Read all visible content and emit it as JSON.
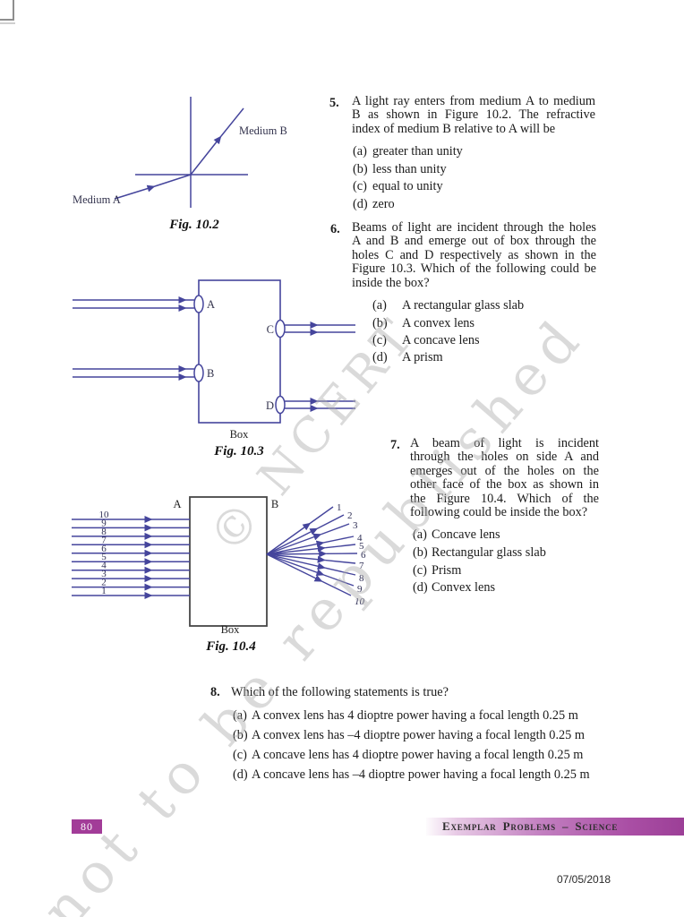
{
  "watermark": {
    "line1": "© NCERT",
    "line2": "not to be republished"
  },
  "questions": {
    "q5": {
      "number": "5.",
      "lines": [
        "A light ray enters from medium A to medium",
        "B as shown in Figure 10.2. The refractive",
        "index of medium B relative to A will be"
      ],
      "options": [
        {
          "label": "(a)",
          "text": "greater than unity"
        },
        {
          "label": "(b)",
          "text": "less than unity"
        },
        {
          "label": "(c)",
          "text": "equal to unity"
        },
        {
          "label": "(d)",
          "text": "zero"
        }
      ]
    },
    "q6": {
      "number": "6.",
      "lines": [
        "Beams of light are incident through the holes",
        "A and B and emerge out of box through the",
        "holes C and D respectively as shown in the",
        "Figure 10.3. Which of the following could be",
        "inside the box?"
      ],
      "options": [
        {
          "label": "(a)",
          "text": "A rectangular glass slab"
        },
        {
          "label": "(b)",
          "text": "A convex lens"
        },
        {
          "label": "(c)",
          "text": "A concave lens"
        },
        {
          "label": "(d)",
          "text": "A prism"
        }
      ]
    },
    "q7": {
      "number": "7.",
      "lines": [
        "A beam of light is incident",
        "through the holes on side A and",
        "emerges out of the holes on the",
        "other face of the box as shown in",
        "the Figure 10.4. Which of the",
        "following could be inside the box?"
      ],
      "options": [
        {
          "label": "(a)",
          "text": "Concave lens"
        },
        {
          "label": "(b)",
          "text": "Rectangular glass slab"
        },
        {
          "label": "(c)",
          "text": "Prism"
        },
        {
          "label": "(d)",
          "text": "Convex lens"
        }
      ]
    },
    "q8": {
      "number": "8.",
      "title": "Which of the following statements is true?",
      "options": [
        {
          "label": "(a)",
          "text": "A convex lens has 4 dioptre power having a focal length 0.25 m"
        },
        {
          "label": "(b)",
          "text": "A convex lens has –4 dioptre power having a focal length 0.25 m"
        },
        {
          "label": "(c)",
          "text": "A concave lens has 4 dioptre power having a focal length 0.25 m"
        },
        {
          "label": "(d)",
          "text": "A concave lens has –4 dioptre power having a focal length 0.25 m"
        }
      ]
    }
  },
  "figures": {
    "fig102": {
      "caption": "Fig. 10.2",
      "label_medium_a": "Medium A",
      "label_medium_b": "Medium B"
    },
    "fig103": {
      "caption": "Fig. 10.3",
      "box_label": "Box",
      "hole_a": "A",
      "hole_b": "B",
      "hole_c": "C",
      "hole_d": "D"
    },
    "fig104": {
      "caption": "Fig. 10.4",
      "box_label": "Box",
      "side_a": "A",
      "side_b": "B",
      "left_ray_labels": [
        "10",
        "9",
        "8",
        "7",
        "6",
        "5",
        "4",
        "3",
        "2",
        "1"
      ],
      "right_ray_labels": [
        "1",
        "2",
        "3",
        "4",
        "5",
        "6",
        "7",
        "8",
        "9",
        "10"
      ]
    }
  },
  "footer": {
    "page_number": "80",
    "book_title": "Exemplar Problems – Science",
    "date": "07/05/2018"
  },
  "colors": {
    "ray_blue": "#45459c",
    "fig_box_gray": "#474747",
    "badge_magenta": "#a23c98",
    "band_purple": "#9c3f97",
    "watermark_gray": "#acacac"
  }
}
